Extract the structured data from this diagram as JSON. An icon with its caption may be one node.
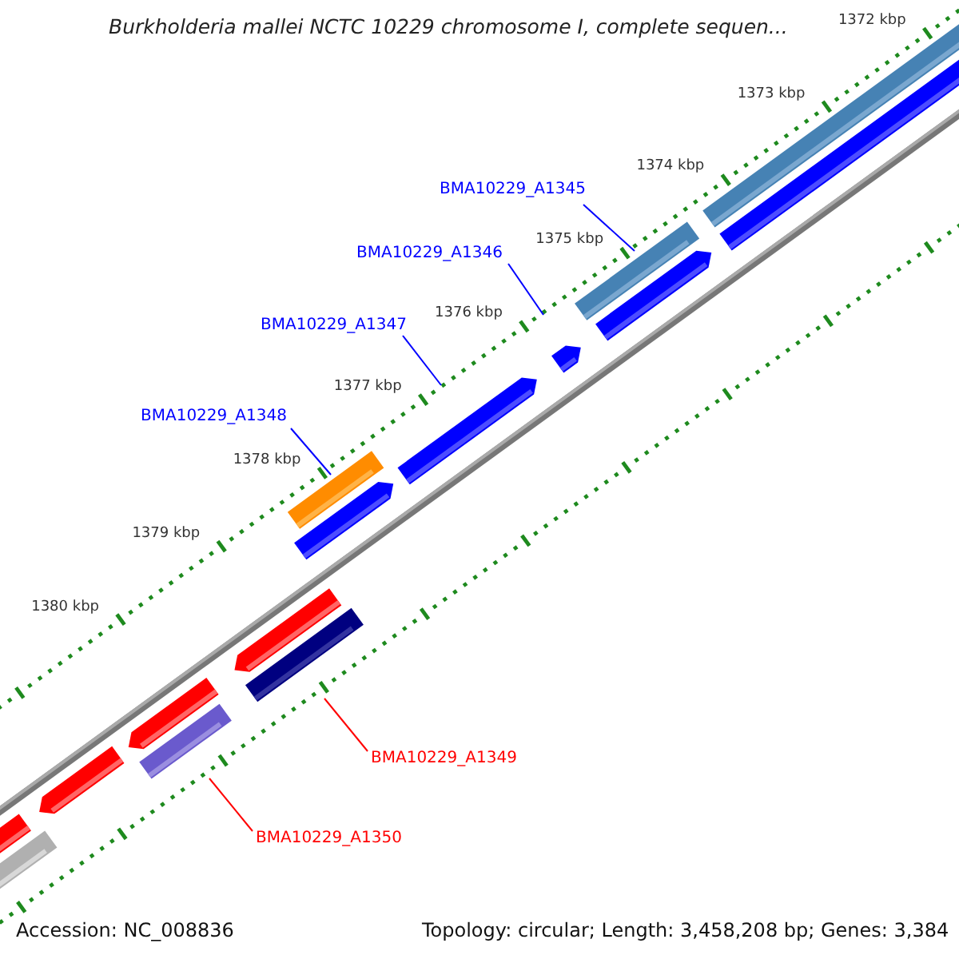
{
  "diagram": {
    "title": "Burkholderia mallei NCTC 10229 chromosome I, complete sequen...",
    "nodes": [
      {
        "text": [
          "BMA10229_A1345"
        ]
      },
      {
        "text": [
          "BMA10229_A1346"
        ]
      },
      {
        "text": [
          "BMA10229_A1347"
        ]
      },
      {
        "text": [
          "BMA10229_A1348"
        ]
      },
      {
        "text": [
          "BMA10229_A1349"
        ]
      },
      {
        "text": [
          "BMA10229_A1350"
        ]
      }
    ],
    "edges": [
      {
        "from": 0,
        "to": null,
        "arrow": "none",
        "color": "#0000ff"
      },
      {
        "from": 1,
        "to": null,
        "arrow": "none",
        "color": "#0000ff"
      },
      {
        "from": 2,
        "to": null,
        "arrow": "none",
        "color": "#0000ff"
      },
      {
        "from": 3,
        "to": null,
        "arrow": "none",
        "color": "#0000ff"
      },
      {
        "from": 4,
        "to": null,
        "arrow": "none",
        "color": "#ff0000"
      },
      {
        "from": 5,
        "to": null,
        "arrow": "none",
        "color": "#ff0000"
      }
    ],
    "labels": [
      "1372 kbp",
      "1373 kbp",
      "1374 kbp",
      "1375 kbp",
      "1376 kbp",
      "1377 kbp",
      "1378 kbp",
      "1379 kbp",
      "1380 kbp",
      "Accession: NC_008836",
      "Topology: circular; Length: 3,458,208 bp; Genes: 3,384"
    ]
  }
}
